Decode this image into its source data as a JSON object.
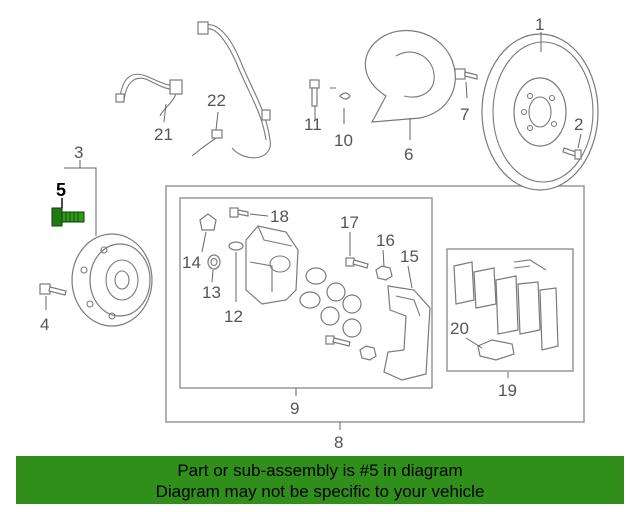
{
  "callouts": {
    "c1": "1",
    "c2": "2",
    "c3": "3",
    "c4": "4",
    "c5": "5",
    "c6": "6",
    "c7": "7",
    "c8": "8",
    "c9": "9",
    "c10": "10",
    "c11": "11",
    "c12": "12",
    "c13": "13",
    "c14": "14",
    "c15": "15",
    "c16": "16",
    "c17": "17",
    "c18": "18",
    "c19": "19",
    "c20": "20",
    "c21": "21",
    "c22": "22"
  },
  "highlight": {
    "part": "5",
    "color": "#1f7a10"
  },
  "banner": {
    "line1": "Part or sub-assembly is #5 in diagram",
    "line2": "Diagram may not be specific to your vehicle",
    "color": "#2f8f1a"
  }
}
